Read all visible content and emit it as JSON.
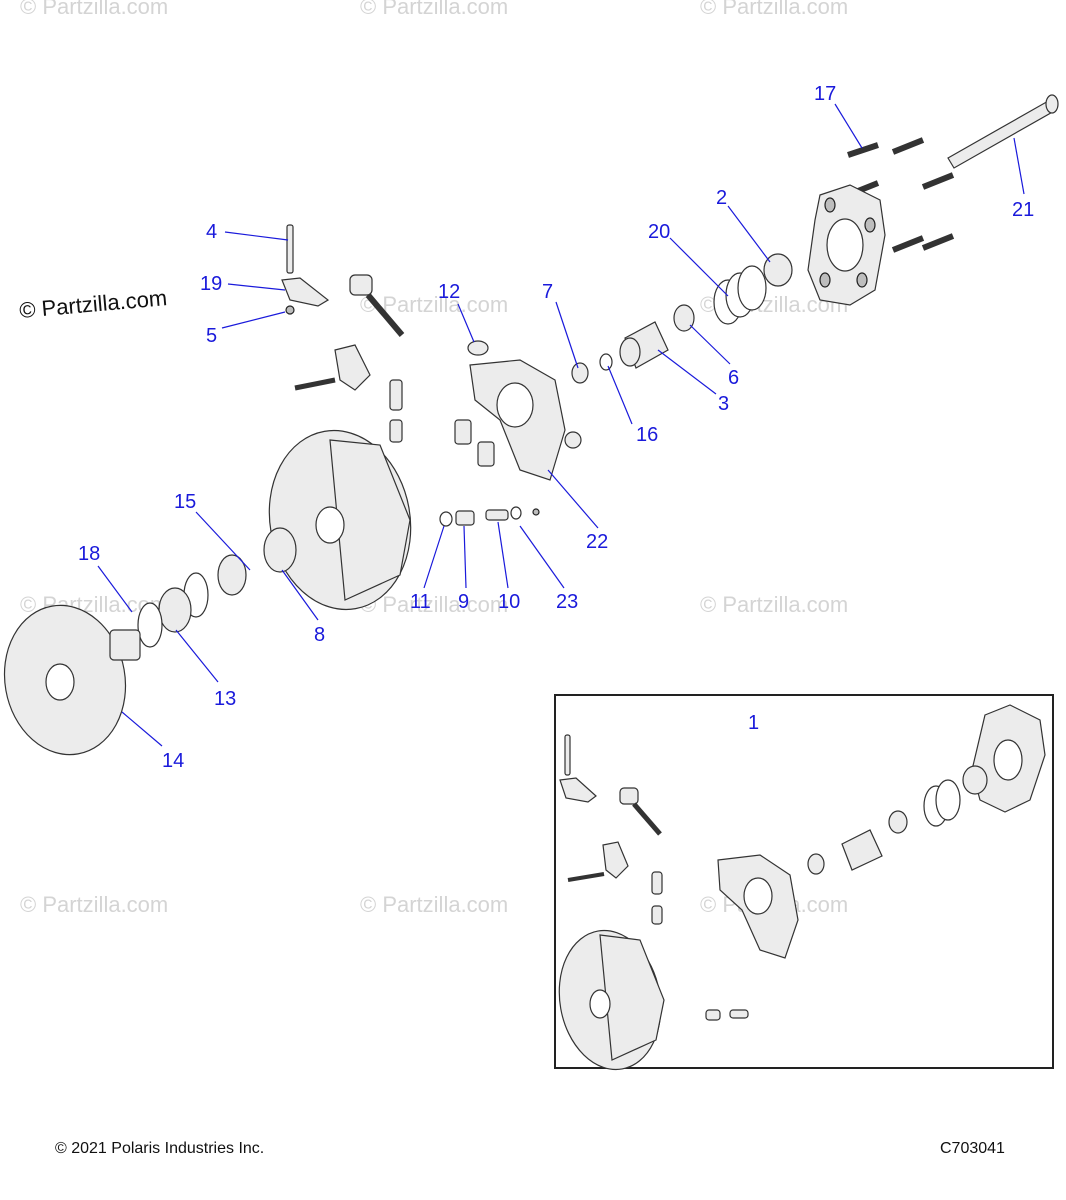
{
  "watermarks": [
    "© Partzilla.com",
    "© Partzilla.com",
    "© Partzilla.com",
    "© Partzilla.com",
    "© Partzilla.com",
    "© Partzilla.com",
    "© Partzilla.com",
    "© Partzilla.com",
    "© Partzilla.com",
    "© Partzilla.com",
    "© Partzilla.com"
  ],
  "brand_watermark": "© Partzilla.com",
  "callouts": {
    "c1": "1",
    "c2": "2",
    "c3": "3",
    "c4": "4",
    "c5": "5",
    "c6": "6",
    "c7": "7",
    "c8": "8",
    "c9": "9",
    "c10": "10",
    "c11": "11",
    "c12": "12",
    "c13": "13",
    "c14": "14",
    "c15": "15",
    "c16": "16",
    "c17": "17",
    "c18": "18",
    "c19": "19",
    "c20": "20",
    "c21": "21",
    "c22": "22",
    "c23": "23"
  },
  "footer": {
    "copyright": "© 2021 Polaris Industries Inc.",
    "code": "C703041"
  },
  "colors": {
    "callout": "#1a1adb",
    "watermark": "#d4d4d4"
  }
}
